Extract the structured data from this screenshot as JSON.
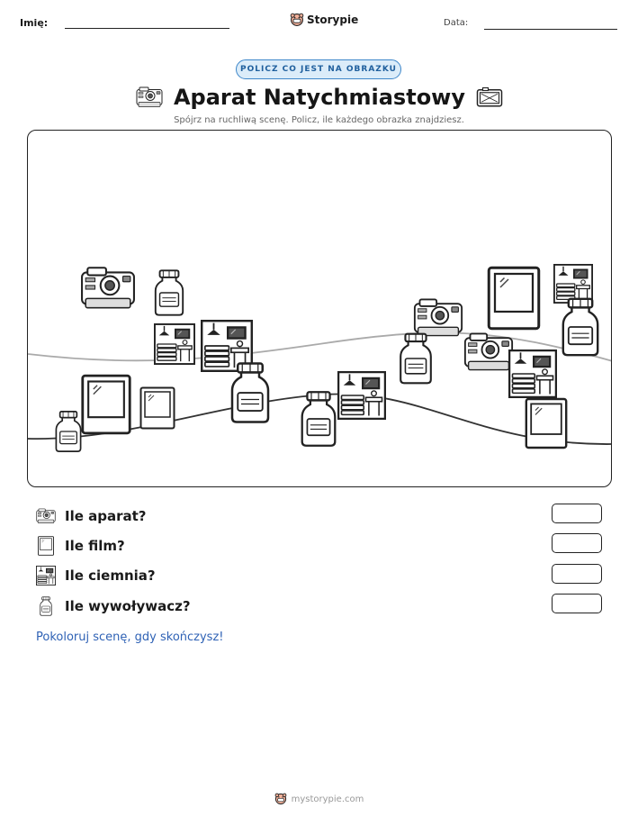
{
  "header": {
    "name_label": "Imię:",
    "brand": "Storypie",
    "date_label": "Data:"
  },
  "badge": "POLICZ CO JEST NA OBRAZKU",
  "title": "Aparat Natychmiastowy",
  "subtitle": "Spójrz na ruchliwą scenę. Policz, ile każdego obrazka znajdziesz.",
  "questions": [
    {
      "icon": "instant-camera-icon",
      "text": "Ile aparat?"
    },
    {
      "icon": "photo-film-icon",
      "text": "Ile film?"
    },
    {
      "icon": "darkroom-icon",
      "text": "Ile ciemnia?"
    },
    {
      "icon": "developer-bottle-icon",
      "text": "Ile wywoływacz?"
    }
  ],
  "colour_note": "Pokoloruj scenę, gdy skończysz!",
  "footer": "mystorypie.com",
  "colors": {
    "accent_blue": "#3d86c9",
    "badge_bg": "#dbecf9",
    "note_blue": "#2f62b5"
  }
}
